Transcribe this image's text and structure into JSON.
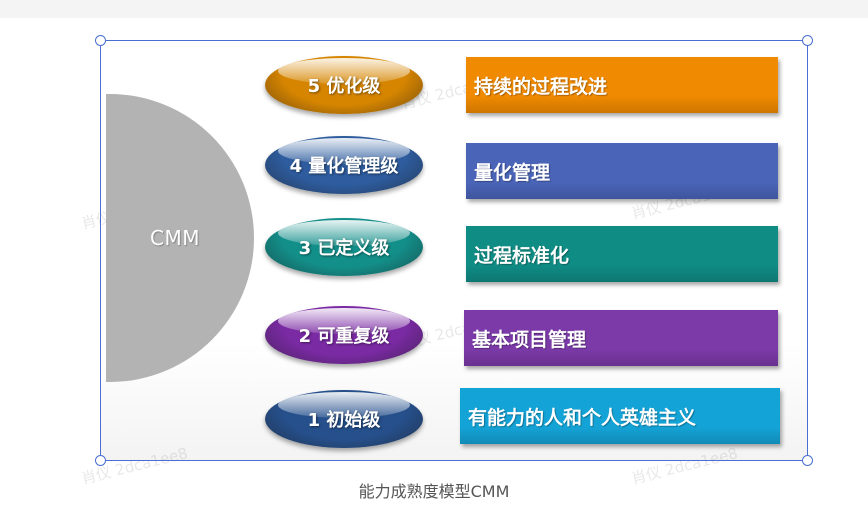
{
  "diagram": {
    "center_label": "CMM",
    "levels": [
      {
        "label": "5 优化级",
        "description": "持续的过程改进",
        "pill_color": "#d68500",
        "box_color": "#f08a00"
      },
      {
        "label": "4 量化管理级",
        "description": "量化管理",
        "pill_color": "#2e5c9e",
        "box_color": "#4a64b8"
      },
      {
        "label": "3 已定义级",
        "description": "过程标准化",
        "pill_color": "#138f8a",
        "box_color": "#0f8c84"
      },
      {
        "label": "2 可重复级",
        "description": "基本项目管理",
        "pill_color": "#7a2aa3",
        "box_color": "#7b3aa8"
      },
      {
        "label": "1 初始级",
        "description": "有能力的人和个人英雄主义",
        "pill_color": "#26508c",
        "box_color": "#14a3d6"
      }
    ]
  },
  "caption": "能力成熟度模型CMM",
  "watermark": "肖仪 2dca1ee8"
}
